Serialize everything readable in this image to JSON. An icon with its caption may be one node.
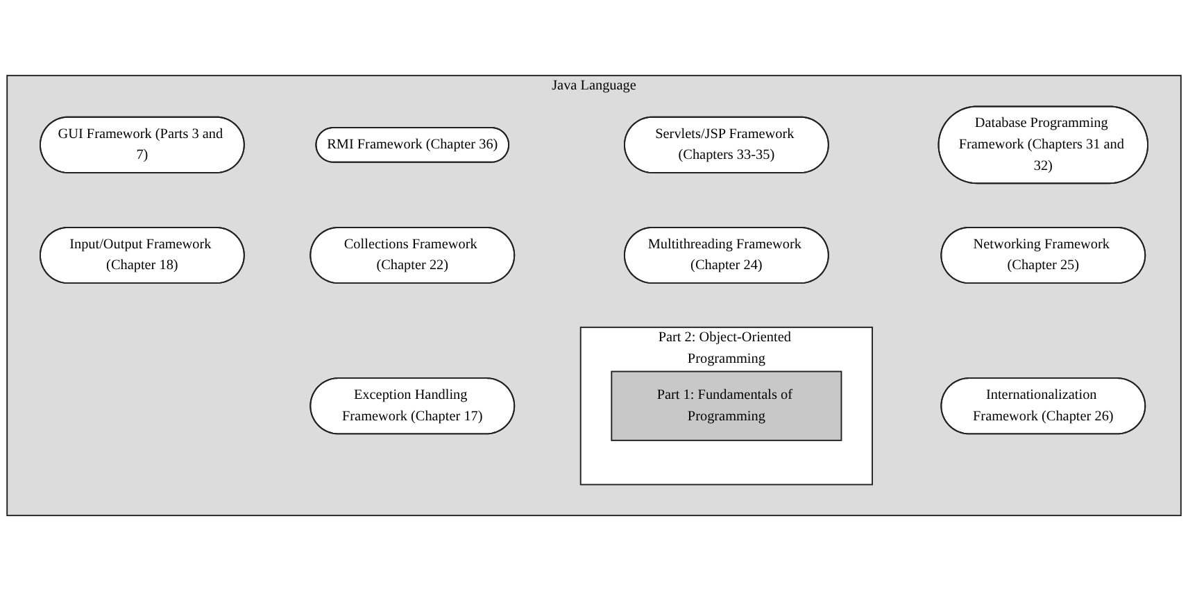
{
  "diagram": {
    "nodes": [
      {
        "text": [
          "Java Language"
        ]
      },
      {
        "text": [
          "GUI Framework (Parts 3 and 7)"
        ],
        "in": 0
      },
      {
        "text": [
          "Exception Handling Framework (Chapter 17)"
        ],
        "in": 0
      },
      {
        "text": [
          "Input/Output Framework (Chapter 18)"
        ],
        "in": 0
      },
      {
        "text": [
          "RMI Framework (Chapter 36)"
        ],
        "in": 0
      },
      {
        "text": [
          "Part 2: Object-Oriented Programming"
        ],
        "in": 0
      },
      {
        "text": [
          "Part 1: Fundamentals of Programming"
        ],
        "in": 5
      },
      {
        "text": [
          "Collections Framework (Chapter 22)"
        ],
        "in": 0
      },
      {
        "text": [
          "Servlets/JSP Framework (Chapters 33-35)"
        ],
        "in": 0
      },
      {
        "text": [
          "Multithreading Framework (Chapter 24)"
        ],
        "in": 0
      },
      {
        "text": [
          "Database Programming Framework (Chapters 31 and 32)"
        ],
        "in": 0
      },
      {
        "text": [
          "Internationalization Framework (Chapter 26)"
        ],
        "in": 0
      },
      {
        "text": [
          "Networking Framework (Chapter 25)"
        ],
        "in": 0
      }
    ]
  }
}
